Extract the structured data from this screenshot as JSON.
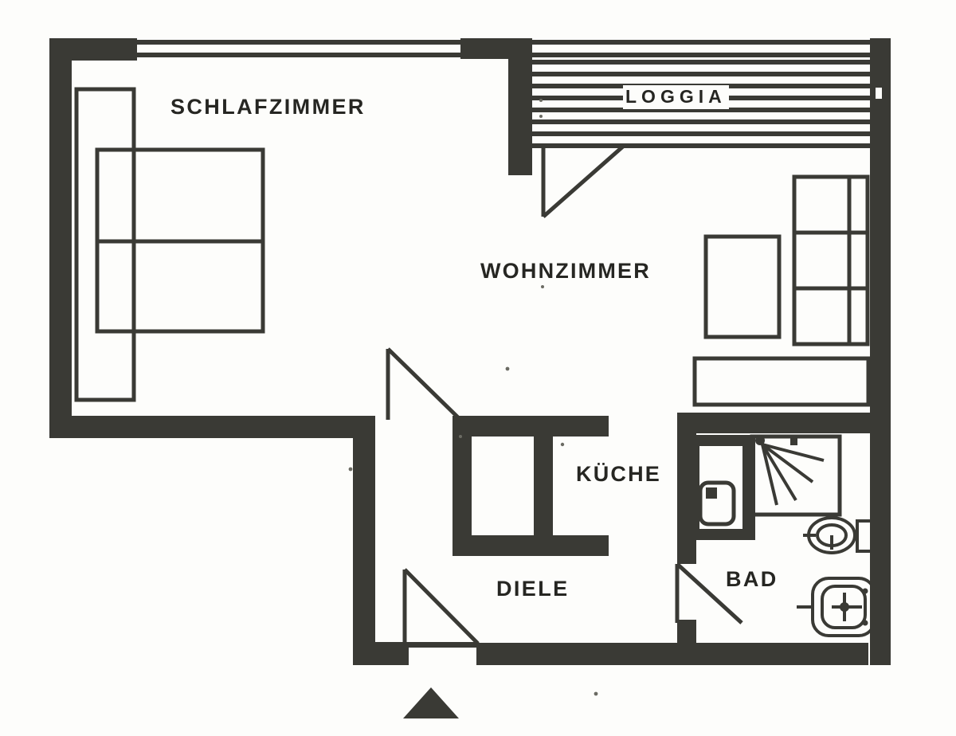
{
  "document": {
    "type": "architectural-floor-plan",
    "style": "black-and-white line drawing",
    "language": "de"
  },
  "colors": {
    "wall": "#3a3a35",
    "furniture_stroke": "#3a3a35",
    "background": "#fdfdfb",
    "text": "#262622"
  },
  "rooms": [
    {
      "id": "schlafzimmer",
      "label": "SCHLAFZIMMER"
    },
    {
      "id": "wohnzimmer",
      "label": "WOHNZIMMER"
    },
    {
      "id": "loggia",
      "label": "LOGGIA"
    },
    {
      "id": "kueche",
      "label": "KÜCHE"
    },
    {
      "id": "diele",
      "label": "DIELE"
    },
    {
      "id": "bad",
      "label": "BAD"
    }
  ],
  "fixtures": {
    "bedroom": [
      "wardrobe",
      "bed",
      "nightstand"
    ],
    "living_room": [
      "shelf-unit",
      "table",
      "sofa",
      "sideboard"
    ],
    "kitchen": [
      "counter"
    ],
    "bathroom": [
      "bathtub-with-shower",
      "toilet",
      "washbasin",
      "wc-fixture"
    ]
  },
  "markers": {
    "entrance_arrow": "entrance"
  }
}
